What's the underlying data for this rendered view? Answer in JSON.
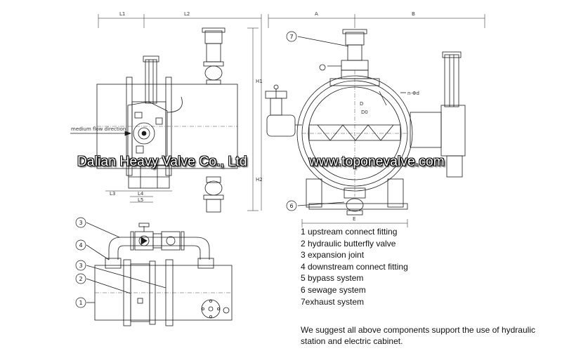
{
  "dimensions": {
    "L1": "L1",
    "L2": "L2",
    "L3": "L3",
    "L4": "L4",
    "L5": "L5",
    "H1": "H1",
    "H2": "H2",
    "A": "A",
    "B": "B",
    "D": "D",
    "D0": "D0",
    "E": "E",
    "nPhid": "n-Φd"
  },
  "flow_label": "medium flow direction",
  "callouts": {
    "c1": "1",
    "c2": "2",
    "c3a": "3",
    "c3b": "3",
    "c4": "4",
    "c6": "6",
    "c7": "7"
  },
  "watermark": {
    "company": "Dalian Heavy Valve Co., Ltd",
    "website": "www.toponevalve.com"
  },
  "legend": {
    "items": [
      "1 upstream connect fitting",
      "2 hydraulic butterfly valve",
      "3 expansion joint",
      "4 downstream connect fitting",
      "5 bypass system",
      "6 sewage system",
      "7exhaust system"
    ]
  },
  "note": "We suggest all above components support the use of hydraulic station and electric cabinet."
}
